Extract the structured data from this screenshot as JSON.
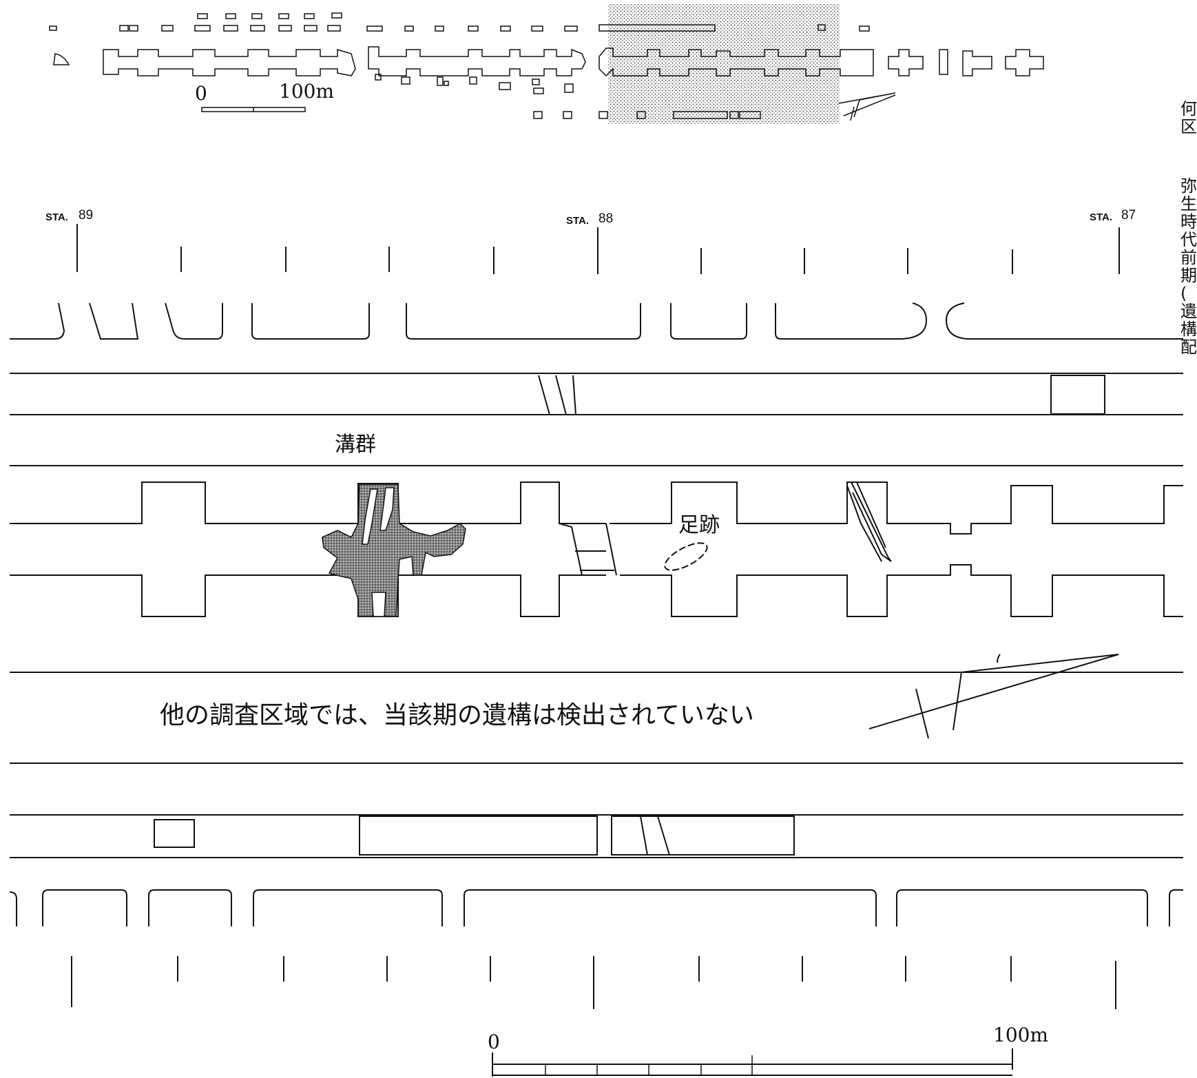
{
  "key_plan": {
    "scale_zero": "0",
    "scale_len": "100m"
  },
  "stations": [
    {
      "prefix": "STA.",
      "num": "89"
    },
    {
      "prefix": "STA.",
      "num": "88"
    },
    {
      "prefix": "STA.",
      "num": "87"
    }
  ],
  "labels": {
    "ditch_group": "溝群",
    "footprints": "足跡",
    "note": "他の調査区域では、当該期の遺構は検出されていない"
  },
  "side_caption": [
    "何",
    "区",
    "弥",
    "生",
    "時",
    "代",
    "前",
    "期",
    "(",
    "遺",
    "構",
    "配"
  ],
  "bottom_scale": {
    "zero": "0",
    "len": "100m"
  },
  "colors": {
    "line": "#111111",
    "stipple": "#9a9a9a",
    "background": "#ffffff"
  }
}
